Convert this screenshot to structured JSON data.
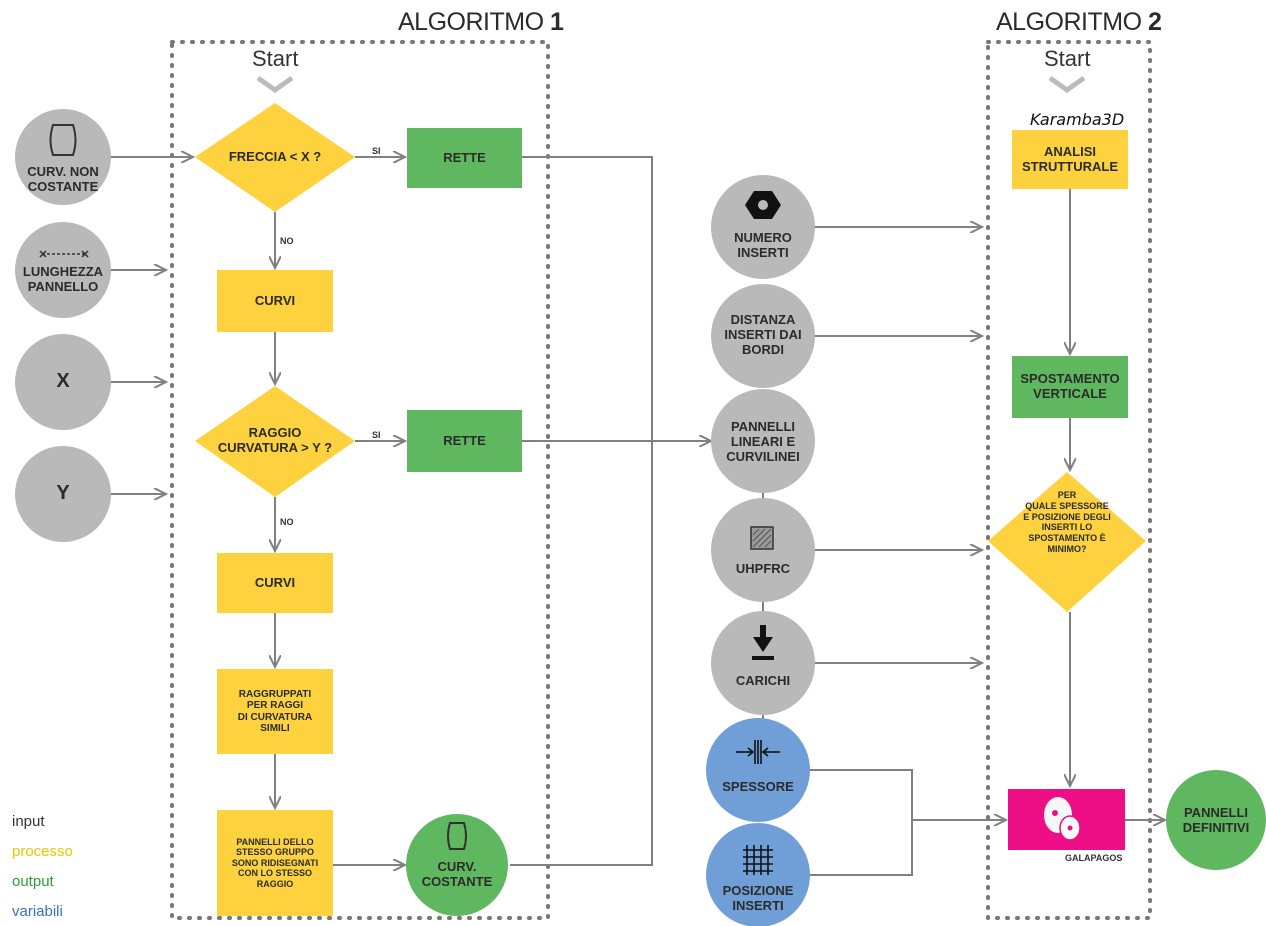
{
  "titles": {
    "algo1": {
      "text": "ALGORITMO ",
      "num": "1"
    },
    "algo2": {
      "text": "ALGORITMO ",
      "num": "2"
    }
  },
  "start_labels": {
    "a1": "Start",
    "a2": "Start"
  },
  "karamba": "Karamba3D",
  "galapagos": "GALAPAGOS",
  "inputs_left": {
    "curv_non_costante": "CURV. NON\nCOSTANTE",
    "lunghezza_pannello": "LUNGHEZZA\nPANNELLO",
    "x": "X",
    "y": "Y"
  },
  "algo1_nodes": {
    "freccia": "FRECCIA < X ?",
    "rette1": "RETTE",
    "curvi1": "CURVI",
    "raggio": "RAGGIO\nCURVATURA > Y ?",
    "rette2": "RETTE",
    "curvi2": "CURVI",
    "raggruppati": "RAGGRUPPATI\nPER RAGGI\nDI CURVATURA\nSIMILI",
    "pannelli_gruppo": "PANNELLI DELLO\nSTESSO GRUPPO\nSONO RIDISEGNATI\nCON LO STESSO\nRAGGIO",
    "curv_costante": "CURV.\nCOSTANTE"
  },
  "edge_labels": {
    "si1": "SI",
    "no1": "NO",
    "si2": "SI",
    "no2": "NO"
  },
  "inputs_right": {
    "numero_inserti": "NUMERO\nINSERTI",
    "distanza": "DISTANZA\nINSERTI DAI\nBORDI",
    "pannelli_lineari": "PANNELLI\nLINEARI E\nCURVILINEI",
    "uhpfrc": "UHPFRC",
    "carichi": "CARICHI",
    "spessore": "SPESSORE",
    "posizione": "POSIZIONE\nINSERTI"
  },
  "algo2_nodes": {
    "analisi": "ANALISI\nSTRUTTURALE",
    "spostamento": "SPOSTAMENTO\nVERTICALE",
    "quale": "PER\nQUALE SPESSORE\nE POSIZIONE DEGLI\nINSERTI LO\nSPOSTAMENTO È\nMINIMO?",
    "pannelli_definitivi": "PANNELLI\nDEFINITIVI"
  },
  "legend": {
    "input": "input",
    "processo": "processo",
    "output": "output",
    "variabili": "variabili"
  },
  "colors": {
    "gray": "#b9b9b9",
    "yellow": "#fdd23e",
    "green": "#5fb760",
    "blue": "#6f9fd6",
    "magenta": "#ee0e86",
    "line": "#808080",
    "legend_input": "#333333",
    "legend_processo": "#e7c900",
    "legend_output": "#2e9c3a",
    "legend_variabili": "#3b6fbf"
  }
}
